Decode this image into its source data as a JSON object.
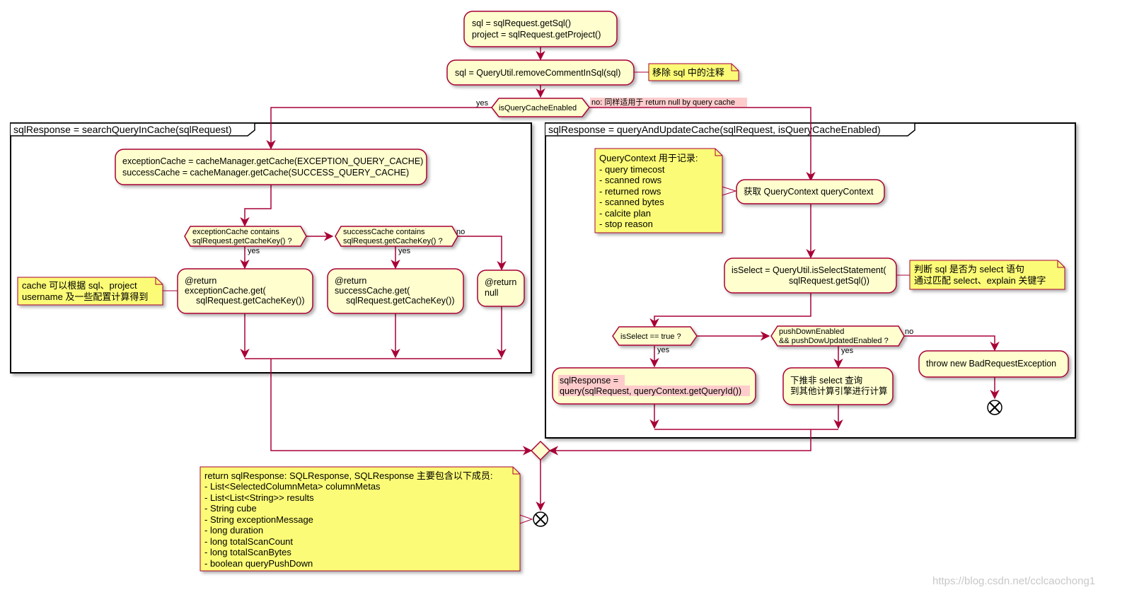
{
  "start": {
    "line1": "sql = sqlRequest.getSql()",
    "line2": "project = sqlRequest.getProject()"
  },
  "remove_comment": {
    "label": "sql = QueryUtil.removeCommentInSql(sql)",
    "note": "移除 sql 中的注释"
  },
  "cache_decision": {
    "label": "isQueryCacheEnabled",
    "yes": "yes",
    "no": "no: 同样适用于 return null by query cache"
  },
  "left_frame": {
    "title": "sqlResponse = searchQueryInCache(sqlRequest)",
    "get_cache_line1": "exceptionCache = cacheManager.getCache(EXCEPTION_QUERY_CACHE)",
    "get_cache_line2": "successCache = cacheManager.getCache(SUCCESS_QUERY_CACHE)",
    "exception_check_line1": "exceptionCache contains",
    "exception_check_line2": "sqlRequest.getCacheKey() ?",
    "exception_yes": "yes",
    "success_check_line1": "successCache contains",
    "success_check_line2": "sqlRequest.getCacheKey() ?",
    "success_yes": "yes",
    "success_no": "no",
    "note_line1": "cache 可以根据 sql、project",
    "note_line2": "username 及一些配置计算得到",
    "ret_exception_line1": "@return",
    "ret_exception_line2": "exceptionCache.get(",
    "ret_exception_line3": "sqlRequest.getCacheKey())",
    "ret_success_line1": "@return",
    "ret_success_line2": "successCache.get(",
    "ret_success_line3": "sqlRequest.getCacheKey())",
    "ret_null_line1": "@return",
    "ret_null_line2": "null"
  },
  "right_frame": {
    "title": "sqlResponse = queryAndUpdateCache(sqlRequest, isQueryCacheEnabled)",
    "note_context": [
      "QueryContext 用于记录:",
      "- query timecost",
      "- scanned rows",
      "- returned rows",
      "- scanned bytes",
      "- calcite plan",
      "- stop reason"
    ],
    "get_context": "获取 QueryContext queryContext",
    "is_select_line1": "isSelect = QueryUtil.isSelectStatement(",
    "is_select_line2": "sqlRequest.getSql())",
    "note_select_line1": "判断 sql 是否为 select 语句",
    "note_select_line2": "通过匹配 select、explain 关键字",
    "select_check": "isSelect == true ?",
    "select_yes": "yes",
    "pushdown_line1": "pushDownEnabled",
    "pushdown_line2": "&& pushDowUpdatedEnabled ?",
    "pushdown_yes": "yes",
    "pushdown_no": "no",
    "query_line1": "sqlResponse =",
    "query_line2": "query(sqlRequest, queryContext.getQueryId())",
    "pushdown_action_line1": "下推非 select 查询",
    "pushdown_action_line2": "到其他计算引擎进行计算",
    "throw_label": "throw new BadRequestException"
  },
  "result_note": [
    "return sqlResponse: SQLResponse, SQLResponse 主要包含以下成员:",
    "- List<SelectedColumnMeta> columnMetas",
    "- List<List<String>> results",
    "- String cube",
    "- String exceptionMessage",
    "- long duration",
    "- long totalScanCount",
    "- long totalScanBytes",
    "- boolean queryPushDown"
  ],
  "watermark": "https://blog.csdn.net/cclcaochong1",
  "colors": {
    "activity_fill": "#fefece",
    "border": "#a80036",
    "note_fill": "#fbfb77",
    "highlight": "#ffcccc"
  }
}
